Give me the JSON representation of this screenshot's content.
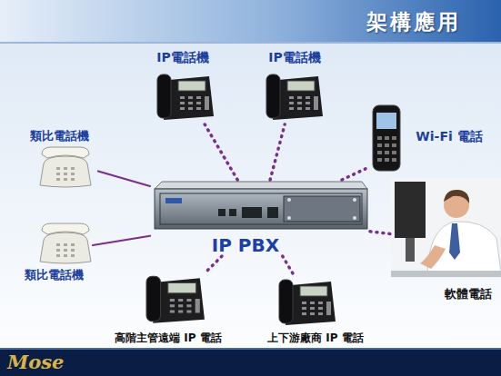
{
  "diagram": {
    "title": "架構應用",
    "nodes": [
      {
        "text": [
          "IP電話機"
        ]
      },
      {
        "text": [
          "IP電話機"
        ]
      },
      {
        "text": [
          "類比電話機"
        ]
      },
      {
        "text": [
          "Wi-Fi 電話"
        ]
      },
      {
        "text": [
          "IP PBX"
        ]
      },
      {
        "text": [
          "類比電話機"
        ]
      },
      {
        "text": [
          "軟體電話"
        ]
      },
      {
        "text": [
          "高階主管遠端 IP 電話"
        ]
      },
      {
        "text": [
          "上下游廠商 IP 電話"
        ]
      }
    ],
    "edges": [
      {
        "from": 4,
        "to": 0,
        "arrow": "none"
      },
      {
        "from": 4,
        "to": 1,
        "arrow": "none"
      },
      {
        "from": 4,
        "to": 2,
        "arrow": "none"
      },
      {
        "from": 4,
        "to": 3,
        "arrow": "none"
      },
      {
        "from": 4,
        "to": 5,
        "arrow": "none"
      },
      {
        "from": 4,
        "to": 6,
        "arrow": "none"
      },
      {
        "from": 4,
        "to": 7,
        "arrow": "none"
      },
      {
        "from": 4,
        "to": 8,
        "arrow": "none"
      }
    ],
    "labels": [
      "Mose"
    ]
  }
}
